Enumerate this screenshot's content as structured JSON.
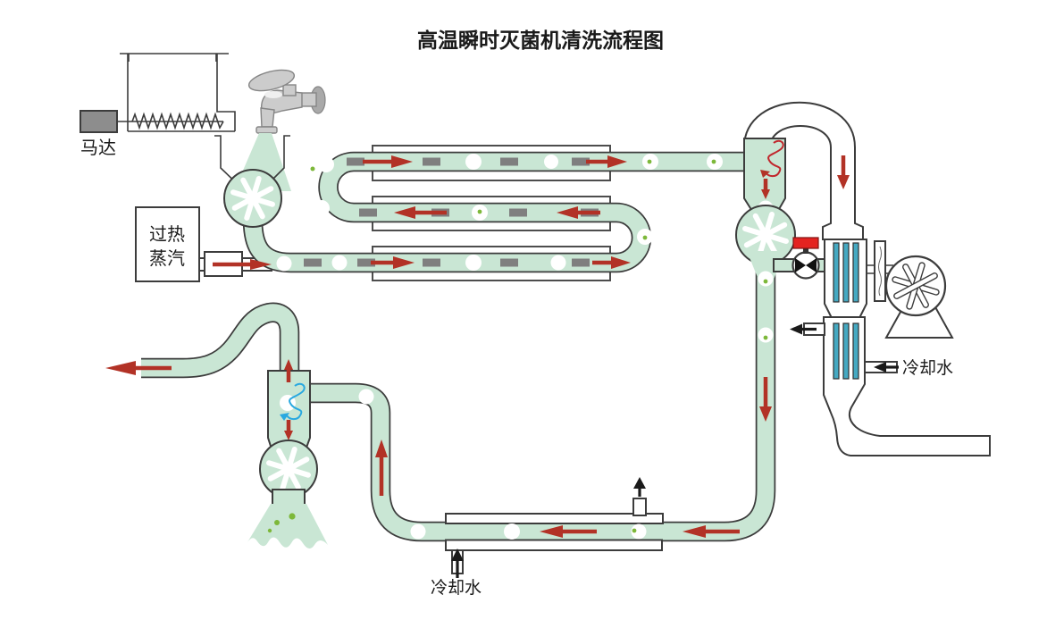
{
  "title": "高温瞬时灭菌机清洗流程图",
  "labels": {
    "motor": "马达",
    "superheated_steam_line1": "过热",
    "superheated_steam_line2": "蒸汽",
    "cooling_water_right": "冷却水",
    "cooling_water_bottom": "冷却水"
  },
  "colors": {
    "pipe": "#c9e6d4",
    "outline": "#3c3c3c",
    "boxline": "#4d4d4d",
    "arrow": "#b23226",
    "slug": "#7f7f7f",
    "motor_gray": "#8d8d8d",
    "exchanger": "#45a9c2",
    "handle": "#e42320",
    "spiral_blue": "#2aa9e0",
    "spiral_red": "#c1272d",
    "particle": "#7db83a",
    "ink": "#1a1a1a"
  },
  "components": {
    "feeder": "motor-driven screw feeder tank",
    "faucet": "water tap feeding hopper",
    "hopper_valve": "rotary feeding valve",
    "steam_injector": "superheated steam injector",
    "heaters": "three-pass serpentine heating section",
    "cyclone_right": "cyclone separator with rotary discharge valve",
    "ball_valve": "ball valve with red handle",
    "condenser": "two-stage cooled condenser with blower",
    "cooling_jacket": "bottom cooling-water jacket",
    "cyclone_left": "exhaust cyclone with rotary discharge valve and spray outlet"
  }
}
